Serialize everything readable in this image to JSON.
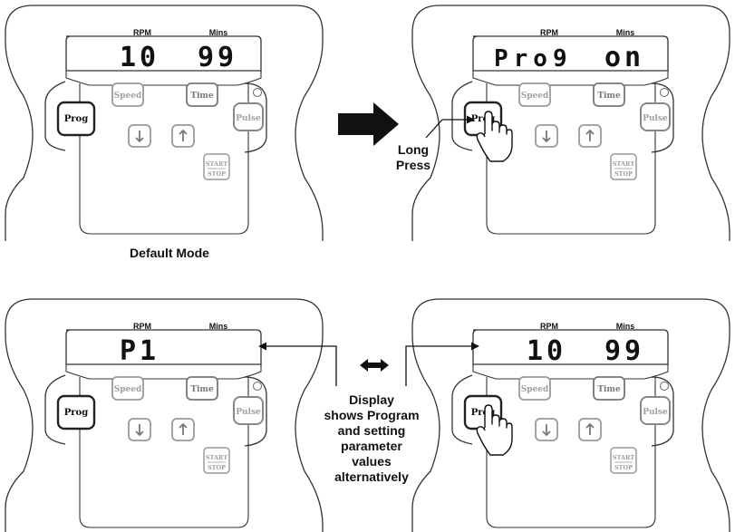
{
  "colors": {
    "outline": "#333333",
    "button_active": "#222222",
    "button_inactive": "#9a9a9a",
    "text_inactive": "#a0a0a0",
    "arrow": "#111111"
  },
  "panels": [
    {
      "rpm_label": "RPM",
      "mins_label": "Mins",
      "display_left": "10",
      "display_right": "99",
      "prog_label": "Prog",
      "speed_label": "Speed",
      "time_label": "Time",
      "pulse_label": "Pulse",
      "start_label": "START",
      "stop_label": "STOP",
      "prog_active": true,
      "pulse_active": true,
      "hand": false
    },
    {
      "rpm_label": "RPM",
      "mins_label": "Mins",
      "display_left": "Pro9",
      "display_right": "on",
      "prog_label": "Prog",
      "speed_label": "Speed",
      "time_label": "Time",
      "pulse_label": "Pulse",
      "start_label": "START",
      "stop_label": "STOP",
      "prog_active": true,
      "pulse_active": true,
      "hand": true
    },
    {
      "rpm_label": "RPM",
      "mins_label": "Mins",
      "display_left": "P1",
      "display_right": "",
      "prog_label": "Prog",
      "speed_label": "Speed",
      "time_label": "Time",
      "pulse_label": "Pulse",
      "start_label": "START",
      "stop_label": "STOP",
      "prog_active": true,
      "pulse_active": true,
      "hand": false
    },
    {
      "rpm_label": "RPM",
      "mins_label": "Mins",
      "display_left": "10",
      "display_right": "99",
      "prog_label": "Prog",
      "speed_label": "Speed",
      "time_label": "Time",
      "pulse_label": "Pulse",
      "start_label": "START",
      "stop_label": "STOP",
      "prog_active": true,
      "pulse_active": true,
      "hand": true
    }
  ],
  "captions": {
    "default_mode": "Default Mode",
    "long_press": [
      "Long",
      "Press"
    ],
    "display_note": [
      "Display",
      "shows Program",
      "and setting",
      "parameter",
      "values",
      "alternatively"
    ]
  }
}
